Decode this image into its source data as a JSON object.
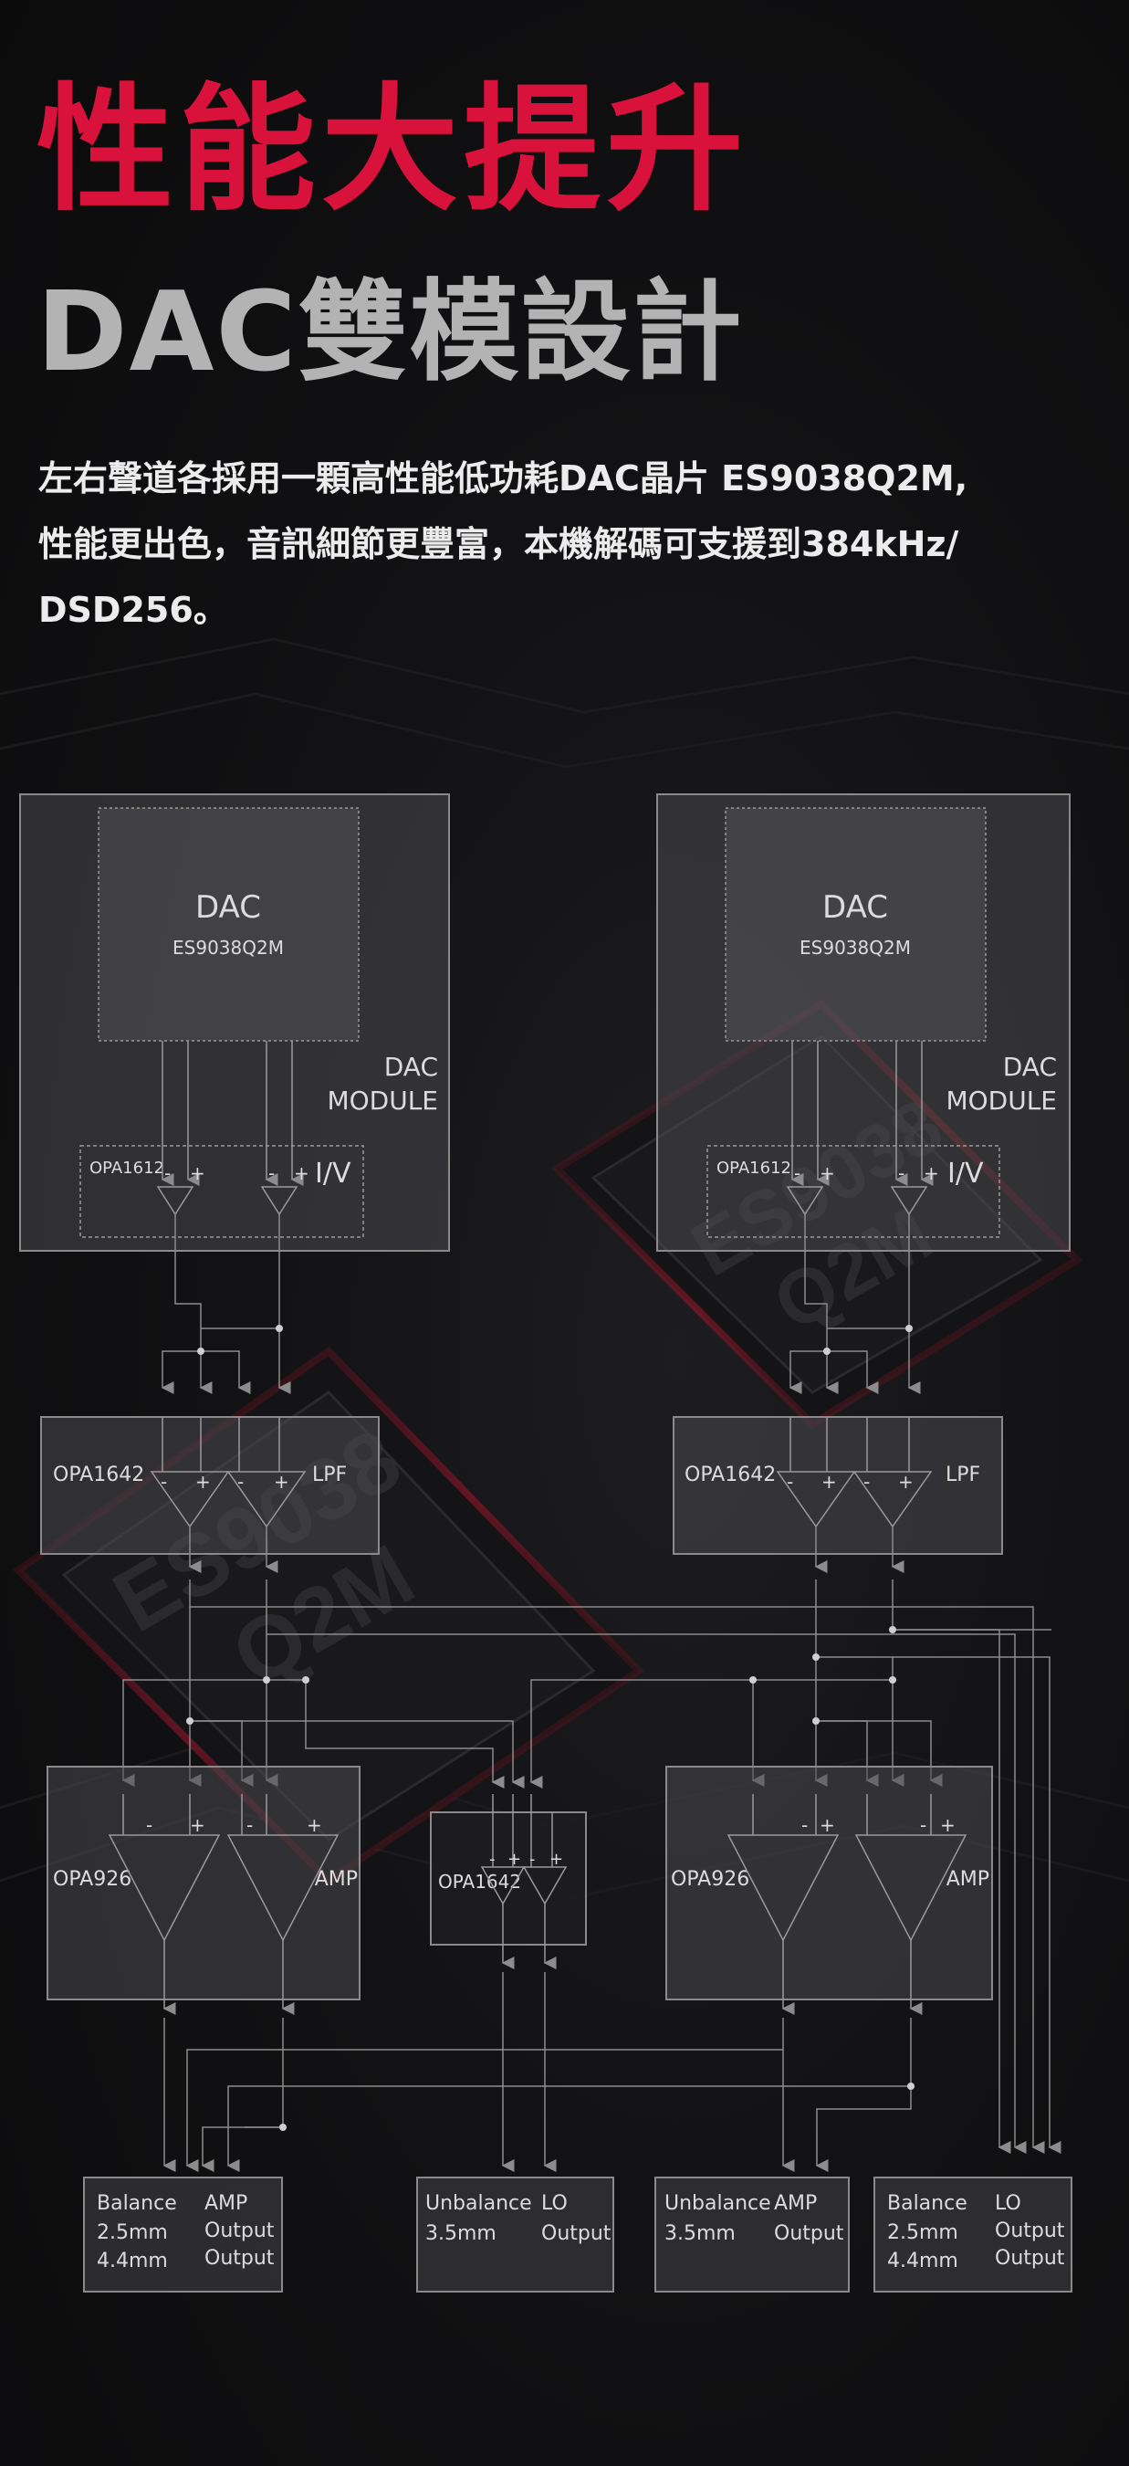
{
  "header": {
    "title": "性能大提升",
    "subtitle": "DAC雙模設計",
    "description_lines": [
      "左右聲道各採用一顆高性能低功耗DAC晶片 ES9038Q2M,",
      "性能更出色，音訊細節更豐富，本機解碼可支援到384kHz/",
      "DSD256。"
    ]
  },
  "diagram": {
    "left_module": {
      "dac": "DAC",
      "chip": "ES9038Q2M",
      "module_line1": "DAC",
      "module_line2": "MODULE",
      "opamp": "OPA1612",
      "iv": "I/V"
    },
    "right_module": {
      "dac": "DAC",
      "chip": "ES9038Q2M",
      "module_line1": "DAC",
      "module_line2": "MODULE",
      "opamp": "OPA1612",
      "iv": "I/V"
    },
    "filters": {
      "left": "OPA1642",
      "right": "OPA1642",
      "label": "LPF"
    },
    "amps": {
      "left": "OPA926",
      "right": "OPA926",
      "label": "AMP",
      "center": "OPA1642"
    },
    "signs": {
      "minus": "-",
      "plus": "+"
    },
    "outputs": [
      {
        "label": "Balance",
        "size1": "2.5mm",
        "size2": "4.4mm",
        "type1": "AMP",
        "type2": "Output",
        "type3": "Output"
      },
      {
        "label": "Unbalance",
        "size1": "3.5mm",
        "type1": "LO",
        "type2": "Output"
      },
      {
        "label": "Unbalance",
        "size1": "3.5mm",
        "type1": "AMP",
        "type2": "Output"
      },
      {
        "label": "Balance",
        "size1": "2.5mm",
        "size2": "4.4mm",
        "type1": "LO",
        "type2": "Output",
        "type3": "Output"
      }
    ],
    "watermark": {
      "line1": "ES9038",
      "line2": "Q2M"
    }
  }
}
